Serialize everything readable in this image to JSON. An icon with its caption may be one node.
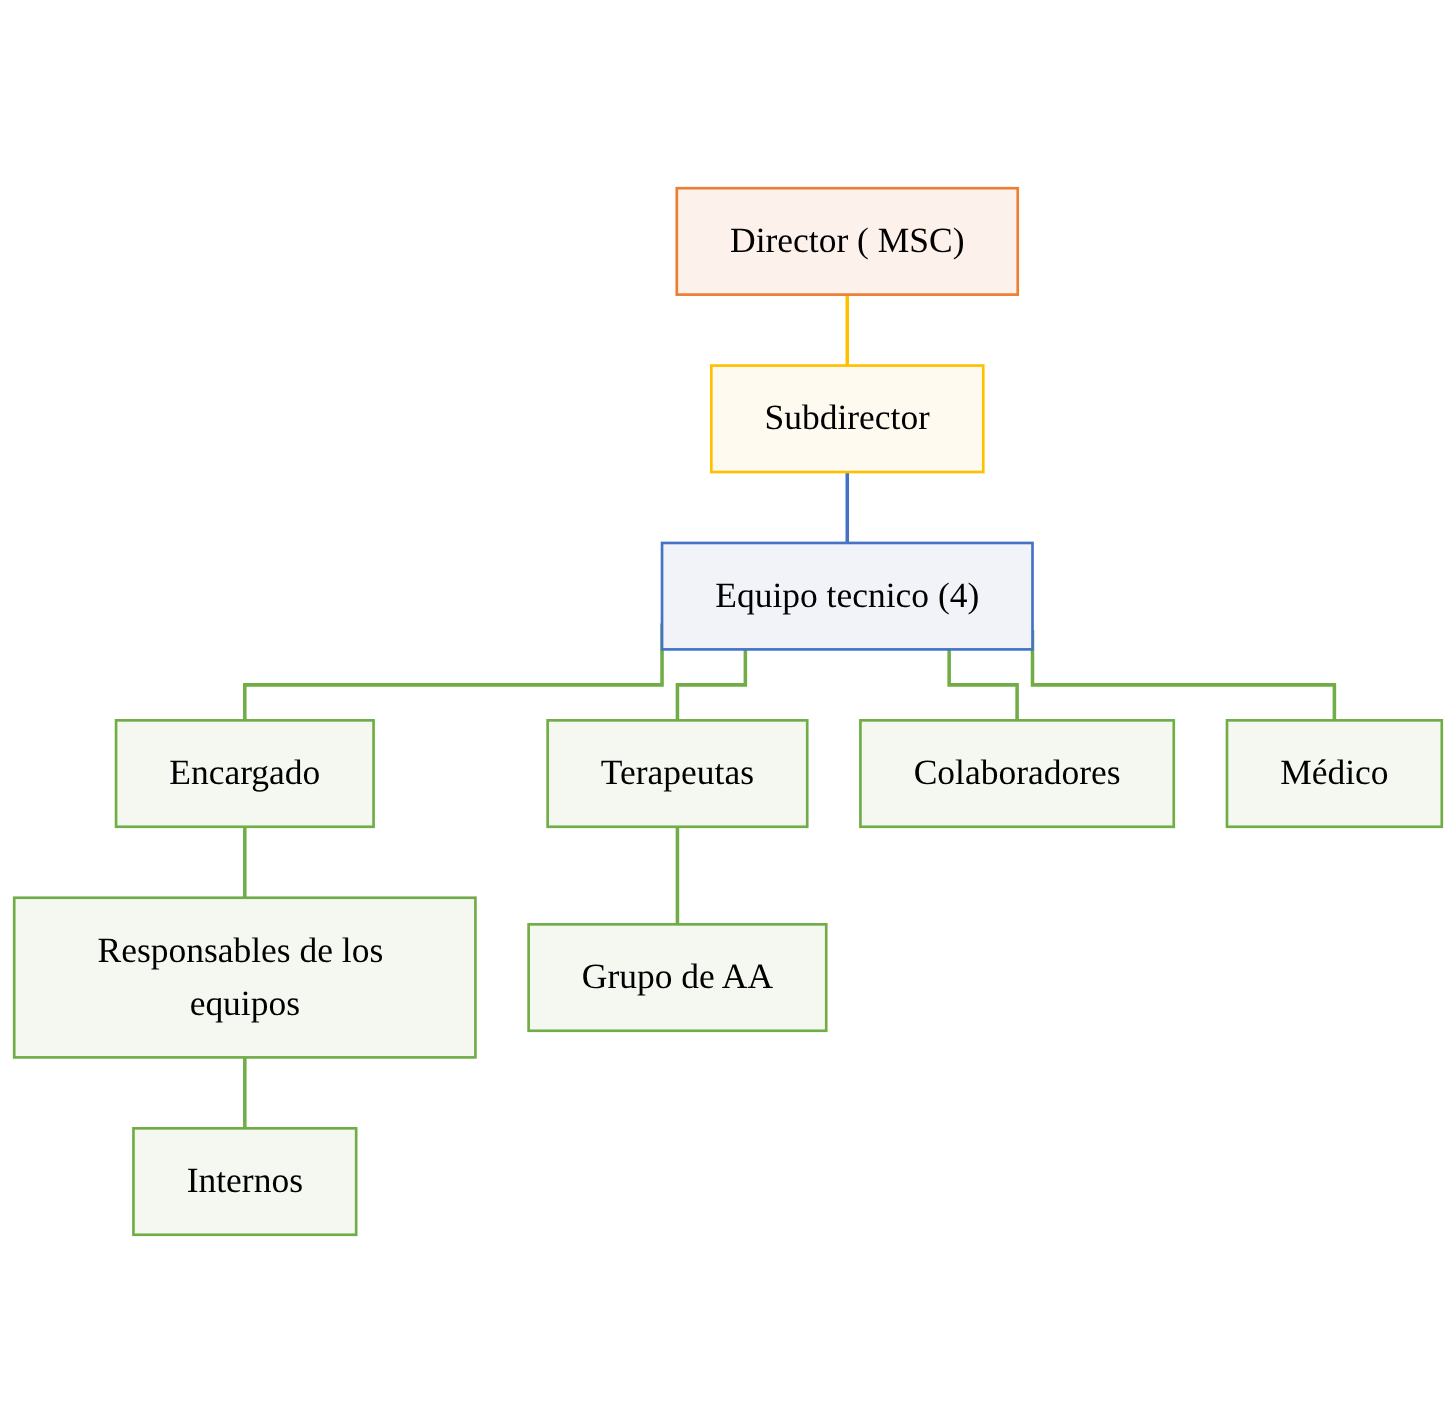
{
  "diagram": {
    "nodes": [
      {
        "text": [
          "Director ( MSC)"
        ]
      },
      {
        "text": [
          "Subdirector"
        ]
      },
      {
        "text": [
          "Equipo tecnico (4)"
        ]
      },
      {
        "text": [
          "Encargado"
        ]
      },
      {
        "text": [
          "Terapeutas"
        ]
      },
      {
        "text": [
          "Colaboradores"
        ]
      },
      {
        "text": [
          "Médico"
        ]
      },
      {
        "text": [
          "Responsables de los equipos"
        ]
      },
      {
        "text": [
          "Grupo de AA"
        ]
      },
      {
        "text": [
          "Internos"
        ]
      }
    ],
    "edges": [
      {
        "from": 0,
        "to": 1,
        "arrow": "none",
        "color": "#ffc000"
      },
      {
        "from": 1,
        "to": 2,
        "arrow": "none",
        "color": "#4472c4"
      },
      {
        "from": 2,
        "to": 3,
        "arrow": "none"
      },
      {
        "from": 2,
        "to": 4,
        "arrow": "none"
      },
      {
        "from": 2,
        "to": 5,
        "arrow": "none"
      },
      {
        "from": 2,
        "to": 6,
        "arrow": "none"
      },
      {
        "from": 3,
        "to": 7,
        "arrow": "none"
      },
      {
        "from": 4,
        "to": 8,
        "arrow": "none"
      },
      {
        "from": 7,
        "to": 9,
        "arrow": "none"
      }
    ]
  }
}
